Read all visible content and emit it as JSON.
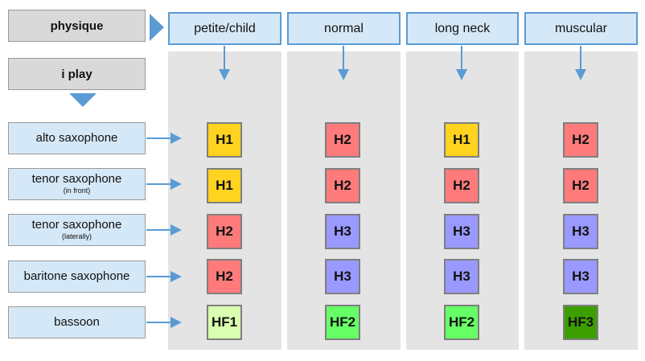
{
  "corner": {
    "physique_label": "physique",
    "iplay_label": "i play"
  },
  "columns": [
    {
      "label": "petite/child"
    },
    {
      "label": "normal"
    },
    {
      "label": "long neck"
    },
    {
      "label": "muscular"
    }
  ],
  "rows": [
    {
      "label": "alto saxophone",
      "sub": ""
    },
    {
      "label": "tenor saxophone",
      "sub": "(in front)"
    },
    {
      "label": "tenor saxophone",
      "sub": "(laterally)"
    },
    {
      "label": "baritone saxophone",
      "sub": ""
    },
    {
      "label": "bassoon",
      "sub": ""
    }
  ],
  "cells": [
    [
      {
        "text": "H1",
        "color": "#ffd320"
      },
      {
        "text": "H2",
        "color": "#ff7b7b"
      },
      {
        "text": "H1",
        "color": "#ffd320"
      },
      {
        "text": "H2",
        "color": "#ff7b7b"
      }
    ],
    [
      {
        "text": "H1",
        "color": "#ffd320"
      },
      {
        "text": "H2",
        "color": "#ff7b7b"
      },
      {
        "text": "H2",
        "color": "#ff7b7b"
      },
      {
        "text": "H2",
        "color": "#ff7b7b"
      }
    ],
    [
      {
        "text": "H2",
        "color": "#ff7b7b"
      },
      {
        "text": "H3",
        "color": "#9999ff"
      },
      {
        "text": "H3",
        "color": "#9999ff"
      },
      {
        "text": "H3",
        "color": "#9999ff"
      }
    ],
    [
      {
        "text": "H2",
        "color": "#ff7b7b"
      },
      {
        "text": "H3",
        "color": "#9999ff"
      },
      {
        "text": "H3",
        "color": "#9999ff"
      },
      {
        "text": "H3",
        "color": "#9999ff"
      }
    ],
    [
      {
        "text": "HF1",
        "color": "#d9ffb0"
      },
      {
        "text": "HF2",
        "color": "#66ff66"
      },
      {
        "text": "HF2",
        "color": "#66ff66"
      },
      {
        "text": "HF3",
        "color": "#3d9e00"
      }
    ]
  ],
  "colors": {
    "arrow": "#5b9bd5",
    "header_fill": "#d5e8f7",
    "column_bg": "#e4e4e4",
    "corner_fill": "#d9d9d9"
  },
  "icons": {
    "header_arrow": "arrow-down-icon",
    "row_arrow": "arrow-right-icon",
    "physique_arrow": "triangle-right-icon",
    "iplay_arrow": "triangle-down-icon"
  }
}
